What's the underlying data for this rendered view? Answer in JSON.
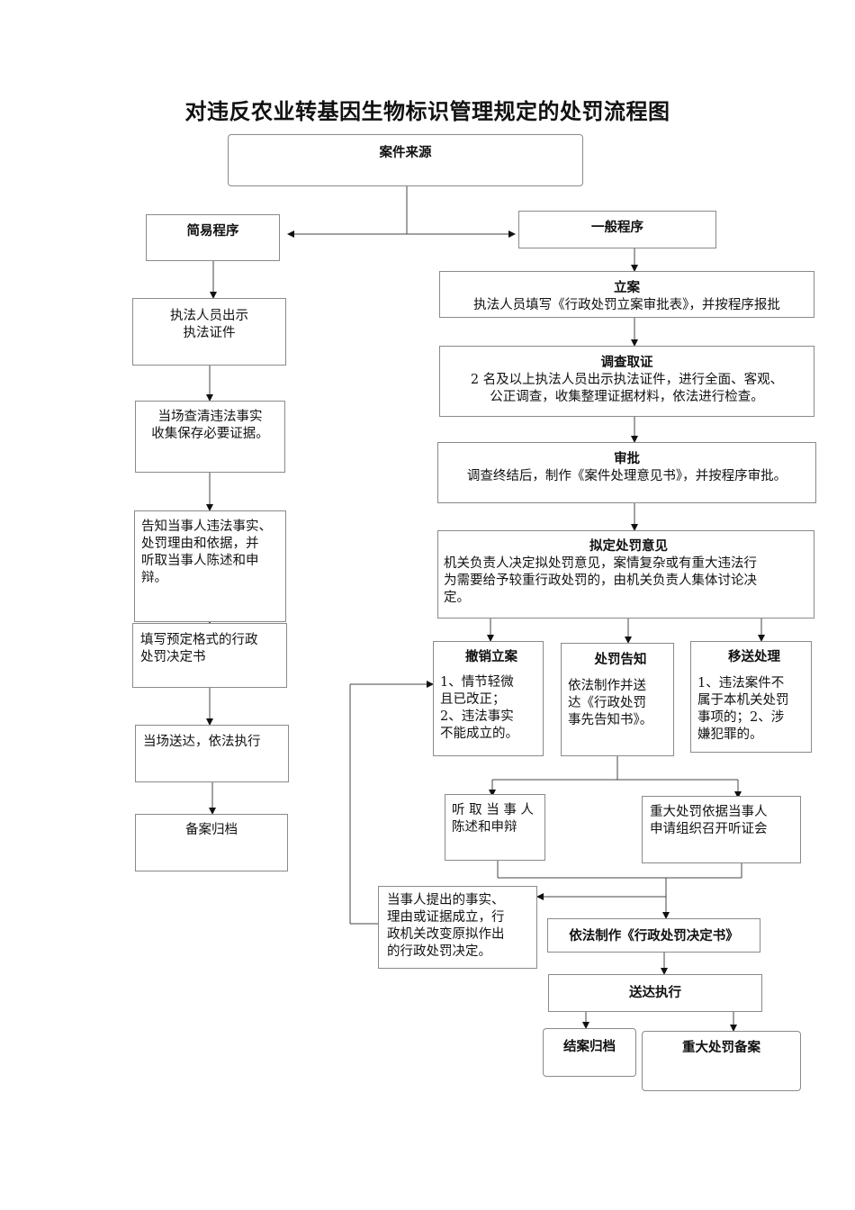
{
  "title": "对违反农业转基因生物标识管理规定的处罚流程图",
  "source": "案件来源",
  "simple": {
    "label": "简易程序",
    "steps": [
      "执法人员出示\n执法证件",
      "当场查清违法事实\n收集保存必要证据。",
      "告知当事人违法事实、\n处罚理由和依据，并\n听取当事人陈述和申\n辩。",
      "填写预定格式的行政\n处罚决定书",
      "当场送达，依法执行",
      "备案归档"
    ]
  },
  "general": {
    "label": "一般程序",
    "filing": {
      "title": "立案",
      "text": "执法人员填写《行政处罚立案审批表》，并按程序报批"
    },
    "investigate": {
      "title": "调查取证",
      "text": "2 名及以上执法人员出示执法证件，进行全面、客观、\n公正调查，收集整理证据材料，依法进行检查。"
    },
    "approve": {
      "title": "审批",
      "text": "调查终结后，制作《案件处理意见书》，并按程序审批。"
    },
    "draft": {
      "title": "拟定处罚意见",
      "text": "机关负责人决定拟处罚意见，案情复杂或有重大违法行\n为需要给予较重行政处罚的，由机关负责人集体讨论决\n定。"
    },
    "revoke": {
      "title": "撤销立案",
      "text": "1、情节轻微\n且已改正；\n2、违法事实\n不能成立的。"
    },
    "notice": {
      "title": "处罚告知",
      "text": "依法制作并送\n达《行政处罚\n事先告知书》。"
    },
    "transfer": {
      "title": "移送处理",
      "text": "1、违法案件不\n属于本机关处罚\n事项的；2、涉\n嫌犯罪的。"
    },
    "hear_statement": "听 取 当 事 人\n陈述和申辩",
    "hearing": "重大处罚依据当事人\n申请组织召开听证会",
    "facts_established": "当事人提出的事实、\n理由或证据成立，行\n政机关改变原拟作出\n的行政处罚决定。",
    "decision": "依法制作《行政处罚决定书》",
    "deliver": "送达执行",
    "close": "结案归档",
    "major_record": "重大处罚备案"
  }
}
